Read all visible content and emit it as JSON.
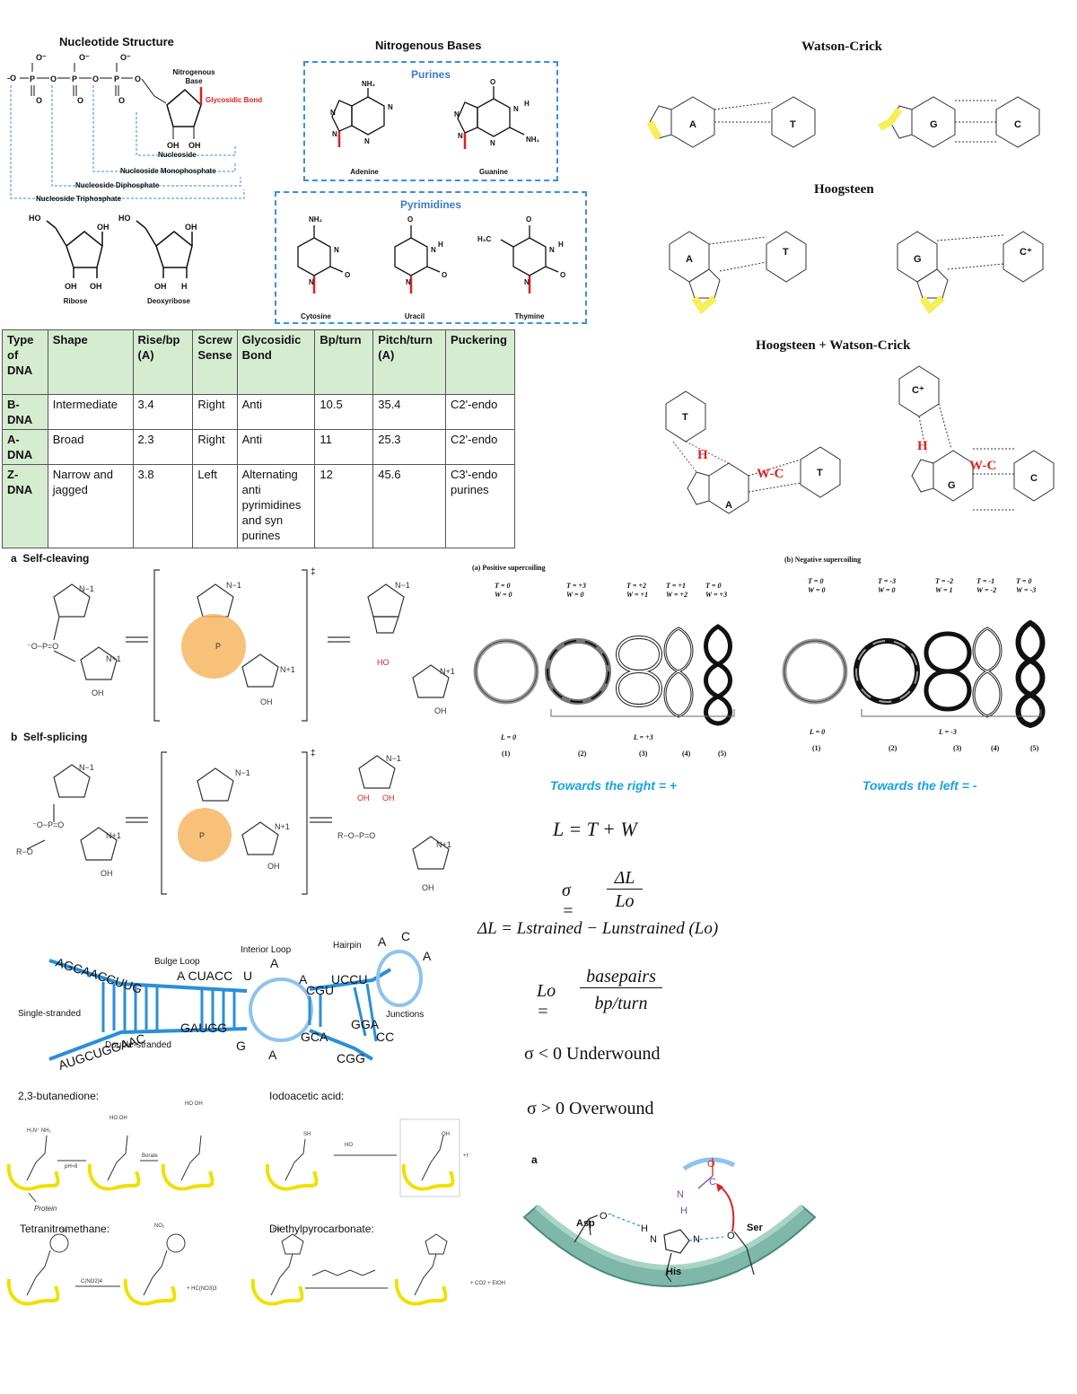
{
  "nucleotide": {
    "title": "Nucleotide Structure",
    "nitrogenous_base_label": "Nitrogenous Base",
    "glycosidic_bond_label": "Glycosidic Bond",
    "nucleoside": "Nucleoside",
    "monophosphate": "Nucleoside Monophosphate",
    "diphosphate": "Nucleoside Diphosphate",
    "triphosphate": "Nucleoside Triphosphate",
    "ribose": "Ribose",
    "deoxyribose": "Deoxyribose"
  },
  "bases": {
    "title": "Nitrogenous Bases",
    "purines_title": "Purines",
    "pyrimidines_title": "Pyrimidines",
    "adenine": "Adenine",
    "guanine": "Guanine",
    "cytosine": "Cytosine",
    "uracil": "Uracil",
    "thymine": "Thymine"
  },
  "pairing": {
    "watson_crick": "Watson-Crick",
    "hoogsteen": "Hoogsteen",
    "hoogsteen_wc": "Hoogsteen + Watson-Crick",
    "h": "H",
    "wc": "W-C"
  },
  "dna_table": {
    "headers": [
      "Type of DNA",
      "Shape",
      "Rise/bp (A)",
      "Screw Sense",
      "Glycosidic Bond",
      "Bp/turn",
      "Pitch/turn (A)",
      "Puckering"
    ],
    "rows": [
      [
        "B-DNA",
        "Intermediate",
        "3.4",
        "Right",
        "Anti",
        "10.5",
        "35.4",
        "C2'-endo"
      ],
      [
        "A-DNA",
        "Broad",
        "2.3",
        "Right",
        "Anti",
        "11",
        "25.3",
        "C2'-endo"
      ],
      [
        "Z-DNA",
        "Narrow and jagged",
        "3.8",
        "Left",
        "Alternating anti pyrimidines and syn purines",
        "12",
        "45.6",
        "C3'-endo purines"
      ]
    ]
  },
  "ribozyme": {
    "a_label": "a",
    "a_title": "Self-cleaving",
    "b_label": "b",
    "b_title": "Self-splicing"
  },
  "supercoil": {
    "positive_title": "(a) Positive supercoiling",
    "negative_title": "(b) Negative supercoiling",
    "positive_tw": [
      "T = 0\nW = 0",
      "T = +3\nW = 0",
      "T = +2\nW = +1",
      "T = +1\nW = +2",
      "T = 0\nW = +3"
    ],
    "negative_tw": [
      "T = 0\nW = 0",
      "T = -3\nW = 0",
      "T = -2\nW = 1",
      "T = -1\nW = -2",
      "T = 0\nW = -3"
    ],
    "pos_L0": "L = 0",
    "pos_L": "L = +3",
    "neg_L0": "L = 0",
    "neg_L": "L = -3",
    "nums": [
      "(1)",
      "(2)",
      "(3)",
      "(4)",
      "(5)"
    ],
    "right_caption": "Towards the right = +",
    "left_caption": "Towards the left = -"
  },
  "equations": {
    "eq1": "L = T + W",
    "sigma_lhs": "σ =",
    "sigma_num": "ΔL",
    "sigma_den": "Lo",
    "delta": "ΔL = Lstrained − Lunstrained (Lo)",
    "lo_lhs": "Lo =",
    "lo_num": "basepairs",
    "lo_den": "bp/turn",
    "under": "σ < 0 Underwound",
    "over": "σ > 0 Overwound"
  },
  "rna": {
    "bulge": "Bulge Loop",
    "interior": "Interior Loop",
    "hairpin": "Hairpin",
    "single": "Single-stranded",
    "double": "Double-stranded",
    "junctions": "Junctions"
  },
  "reagents": {
    "butanedione": "2,3-butanedione:",
    "iodoacetic": "Iodoacetic acid:",
    "tetranitro": "Tetranitromethane:",
    "diethyl": "Diethylpyrocarbonate:",
    "protein": "Protein",
    "borate": "Borate",
    "ph": "pH≈8",
    "cno": "C(NO2)4",
    "hcno": "+ HC(NO3)3",
    "co2": "+ CO2 + EtOH"
  },
  "triad": {
    "a_label": "a",
    "asp": "Asp",
    "his": "His",
    "ser": "Ser"
  },
  "colors": {
    "blue_accent": "#3a8fe0",
    "caption_blue": "#1aa3e0",
    "table_green": "#d6ecd1",
    "highlight_yellow": "#f5ef5a",
    "orange_circle": "#f7b661",
    "rna_blue": "#2a8fd8",
    "teal": "#7fb8a8",
    "red": "#e02020"
  }
}
